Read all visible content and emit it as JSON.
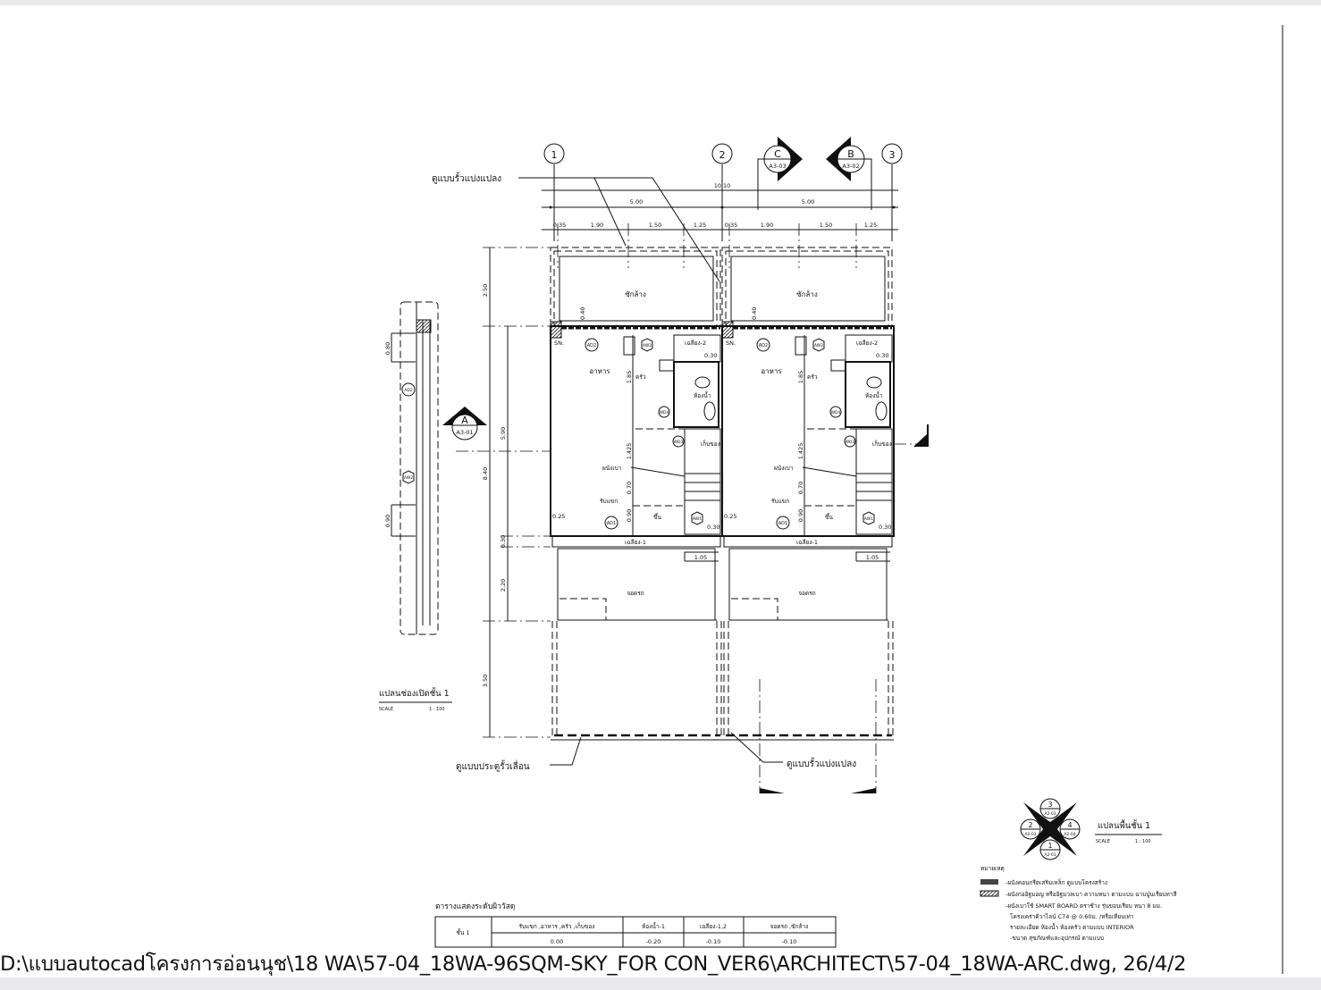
{
  "drawing": {
    "grid_labels": [
      "1",
      "2",
      "3"
    ],
    "section_markers": [
      {
        "letter": "C",
        "sheet": "A3-03"
      },
      {
        "letter": "B",
        "sheet": "A3-02"
      },
      {
        "letter": "A",
        "sheet": "A3-01"
      }
    ],
    "dimensions": {
      "total_width": "10.10",
      "unit_width": "5.00",
      "sub": [
        "0.35",
        "1.90",
        "1.50",
        "1.25"
      ],
      "vertical_outer": [
        "2.50",
        "8.40",
        "3.50"
      ],
      "vertical_inner": [
        "5.90",
        "0.30",
        "2.20"
      ],
      "window_plan": [
        "0.80",
        "0.90"
      ]
    },
    "leaders": {
      "fence_top": "ดูแบบรั้วแบ่งแปลง",
      "sliding_gate": "ดูแบบประตูรั้วเลื่อน",
      "fence_bottom": "ดูแบบรั้วแบ่งแปลง"
    },
    "unit": {
      "laundry": "ซักล้าง",
      "dining": "อาหาร",
      "kitchen": "ครัว",
      "bathroom": "ห้องน้ำ",
      "storage": "เก็บของ",
      "partition": "ผนังเบา",
      "living": "รับแขก",
      "stair_up": "ขึ้น",
      "terrace_1": "เฉลียง-1",
      "terrace_2": "เฉลียง-2",
      "parking": "จอดรถ",
      "sn": "SN.",
      "dims": {
        "d040": "0.40",
        "d185": "1.85",
        "d1425": "1.425",
        "d070": "0.70",
        "d090": "0.90",
        "d025": "0.25",
        "d030": "0.30",
        "d105": "1.05"
      },
      "tags": {
        "ad1": "AD1",
        "ad2": "AD2",
        "aw1": "AW1",
        "aw2": "AW2",
        "wd3": "WD3",
        "wd4": "WD4"
      }
    },
    "window_plan": {
      "title": "แปลนช่องเปิดชั้น 1",
      "scale_label": "SCALE",
      "scale_value": "1 : 100",
      "tags": [
        "AD2",
        "AW2"
      ]
    },
    "floor_plan": {
      "title": "แปลนพื้นชั้น 1",
      "scale_label": "SCALE",
      "scale_value": "1 : 100",
      "key": [
        {
          "num": "3",
          "sheet": "A2-03"
        },
        {
          "num": "2",
          "sheet": "A2-02"
        },
        {
          "num": "4",
          "sheet": "A2-04"
        },
        {
          "num": "1",
          "sheet": "A2-01"
        }
      ]
    },
    "notes": {
      "heading": "หมายเหตุ",
      "items": [
        "-ผนังคอนกรีตเสริมเหล็ก ดูแบบโครงสร้าง",
        "-ผนังก่ออิฐมอญ หรืออิฐมวลเบา ความหนา ตามแบบ ฉาบปูนเรียบทาสี",
        "-ผนังเบาใช้ SMART BOARD ตราช้าง รุ่นขอบเรียบ หนา 8 มม.",
        "โครงเคร่าคิวาไลน์ C74 @ 0.60ม. /หรือเทียบเท่า",
        "รายละเอียด ห้องน้ำ ห้องครัว ตามแบบ INTERIOR",
        "-ขนาด สุขภัณฑ์และอุปกรณ์ ตามแบบ"
      ]
    },
    "level_table": {
      "title": "ตารางแสดงระดับผิววัสดุ",
      "row_header": "ชั้น 1",
      "columns": [
        "รับแขก ,อาหาร ,ครัว ,เก็บของ",
        "ห้องน้ำ-1",
        "เฉลียง-1,2",
        "จอดรถ ,ซักล้าง"
      ],
      "values": [
        "0.00",
        "-0.20",
        "-0.10",
        "-0.10"
      ]
    }
  },
  "file_path": "D:\\แบบautocadโครงการอ่อนนุช\\18 WA\\57-04_18WA-96SQM-SKY_FOR CON_VER6\\ARCHITECT\\57-04_18WA-ARC.dwg, 26/4/2"
}
